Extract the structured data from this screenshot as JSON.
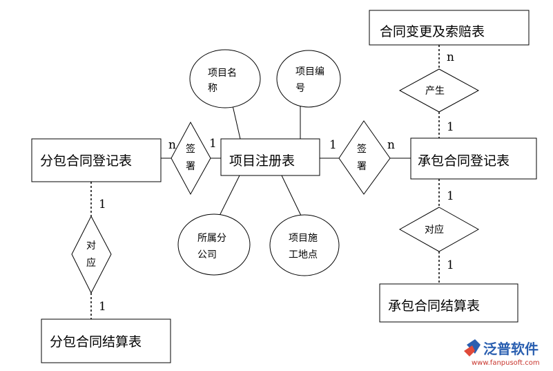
{
  "entities": {
    "contract_change": "合同变更及索赔表",
    "project_register": "项目注册表",
    "sub_register": "分包合同登记表",
    "main_register": "承包合同登记表",
    "sub_settlement": "分包合同结算表",
    "main_settlement": "承包合同结算表"
  },
  "attributes": {
    "name_1": "项目名",
    "name_2": "称",
    "number_1": "项目编",
    "number_2": "号",
    "company_1": "所属分",
    "company_2": "公司",
    "site_1": "项目施",
    "site_2": "工地点"
  },
  "relationships": {
    "produce": "产生",
    "sign_left_1": "签",
    "sign_left_2": "署",
    "sign_right_1": "签",
    "sign_right_2": "署",
    "correspond_right": "对应",
    "correspond_left_1": "对",
    "correspond_left_2": "应"
  },
  "cardinality": {
    "change_top": "n",
    "produce_bottom": "1",
    "sign_left_n": "n",
    "sign_left_1": "1",
    "sign_right_1": "1",
    "sign_right_n": "n",
    "right_corr_top": "1",
    "right_corr_bottom": "1",
    "left_corr_top": "1",
    "left_corr_bottom": "1"
  },
  "logo": {
    "name": "泛普软件",
    "url": "www.fanpusoft.com"
  }
}
